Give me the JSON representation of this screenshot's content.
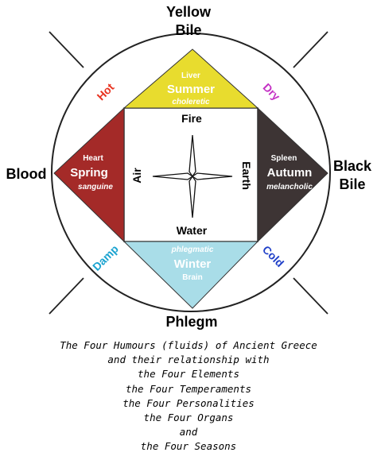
{
  "humours": {
    "top": "Yellow",
    "top2": "Bile",
    "left": "Blood",
    "right": "Black",
    "right2": "Bile",
    "bottom": "Phlegm"
  },
  "qualities": {
    "hot": "Hot",
    "dry": "Dry",
    "damp": "Damp",
    "cold": "Cold"
  },
  "seasons": {
    "summer": {
      "organ": "Liver",
      "season": "Summer",
      "temperament": "choleretic",
      "color": "#e8dc2e"
    },
    "spring": {
      "organ": "Heart",
      "season": "Spring",
      "temperament": "sanguine",
      "color": "#a42a28"
    },
    "autumn": {
      "organ": "Spleen",
      "season": "Autumn",
      "temperament": "melancholic",
      "color": "#3d3434"
    },
    "winter": {
      "organ": "Brain",
      "season": "Winter",
      "temperament": "phlegmatic",
      "color": "#a9dde8"
    }
  },
  "elements": {
    "fire": "Fire",
    "water": "Water",
    "air": "Air",
    "earth": "Earth"
  },
  "caption": [
    "The Four Humours (fluids) of Ancient Greece",
    "and their relationship with",
    "the Four Elements",
    "the Four Temperaments",
    "the Four Personalities",
    "the Four Organs",
    "and",
    "the Four Seasons"
  ]
}
